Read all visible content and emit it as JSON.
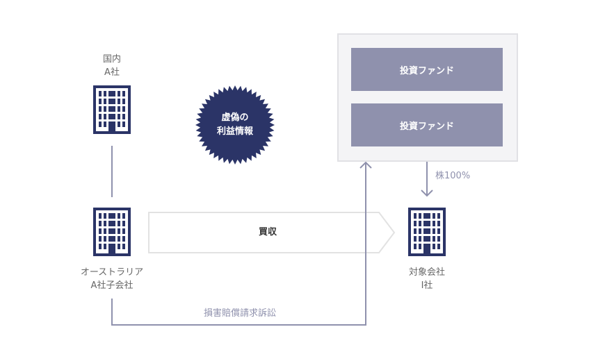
{
  "domestic": {
    "line1": "国内",
    "line2": "A社"
  },
  "australia": {
    "line1": "オーストラリア",
    "line2": "A社子会社"
  },
  "target": {
    "line1": "対象会社",
    "line2": "I社"
  },
  "false_info": {
    "line1": "虚偽の",
    "line2": "利益情報"
  },
  "funds": [
    "投資ファンド",
    "投資ファンド"
  ],
  "share_label": "株100%",
  "acquisition_label": "買収",
  "lawsuit_label": "損害賠償請求訴訟",
  "colors": {
    "navy": "#2b3467",
    "fund": "#8f91ad",
    "line": "#8f91ad"
  }
}
